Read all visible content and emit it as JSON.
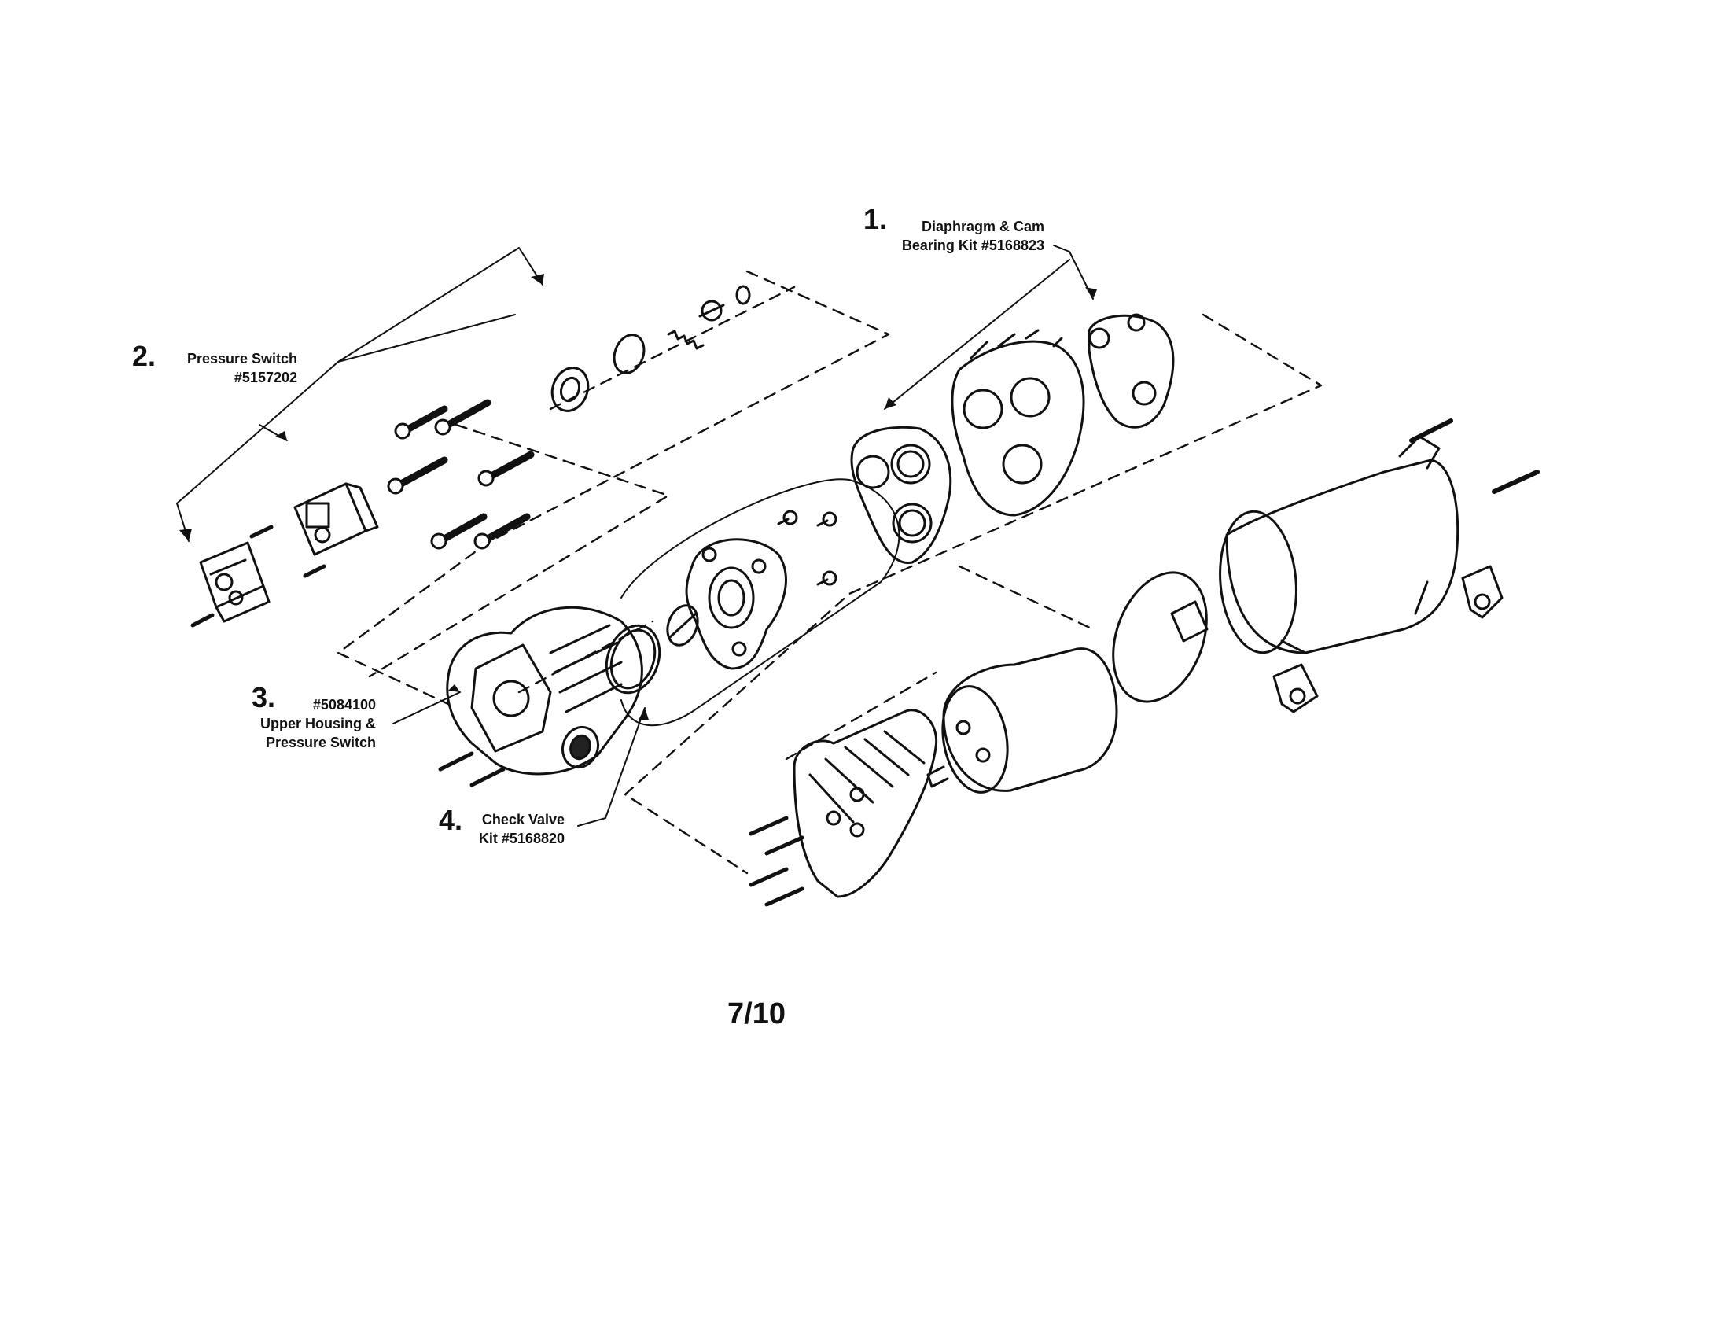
{
  "callouts": [
    {
      "number": "1.",
      "line1": "Diaphragm & Cam",
      "line2": "Bearing Kit #5168823"
    },
    {
      "number": "2.",
      "line1": "Pressure Switch",
      "line2": "#5157202"
    },
    {
      "number": "3.",
      "line1": "#5084100",
      "line2": "Upper Housing &",
      "line3": "Pressure Switch"
    },
    {
      "number": "4.",
      "line1": "Check Valve",
      "line2": "Kit #5168820"
    }
  ],
  "page_number": "7/10"
}
